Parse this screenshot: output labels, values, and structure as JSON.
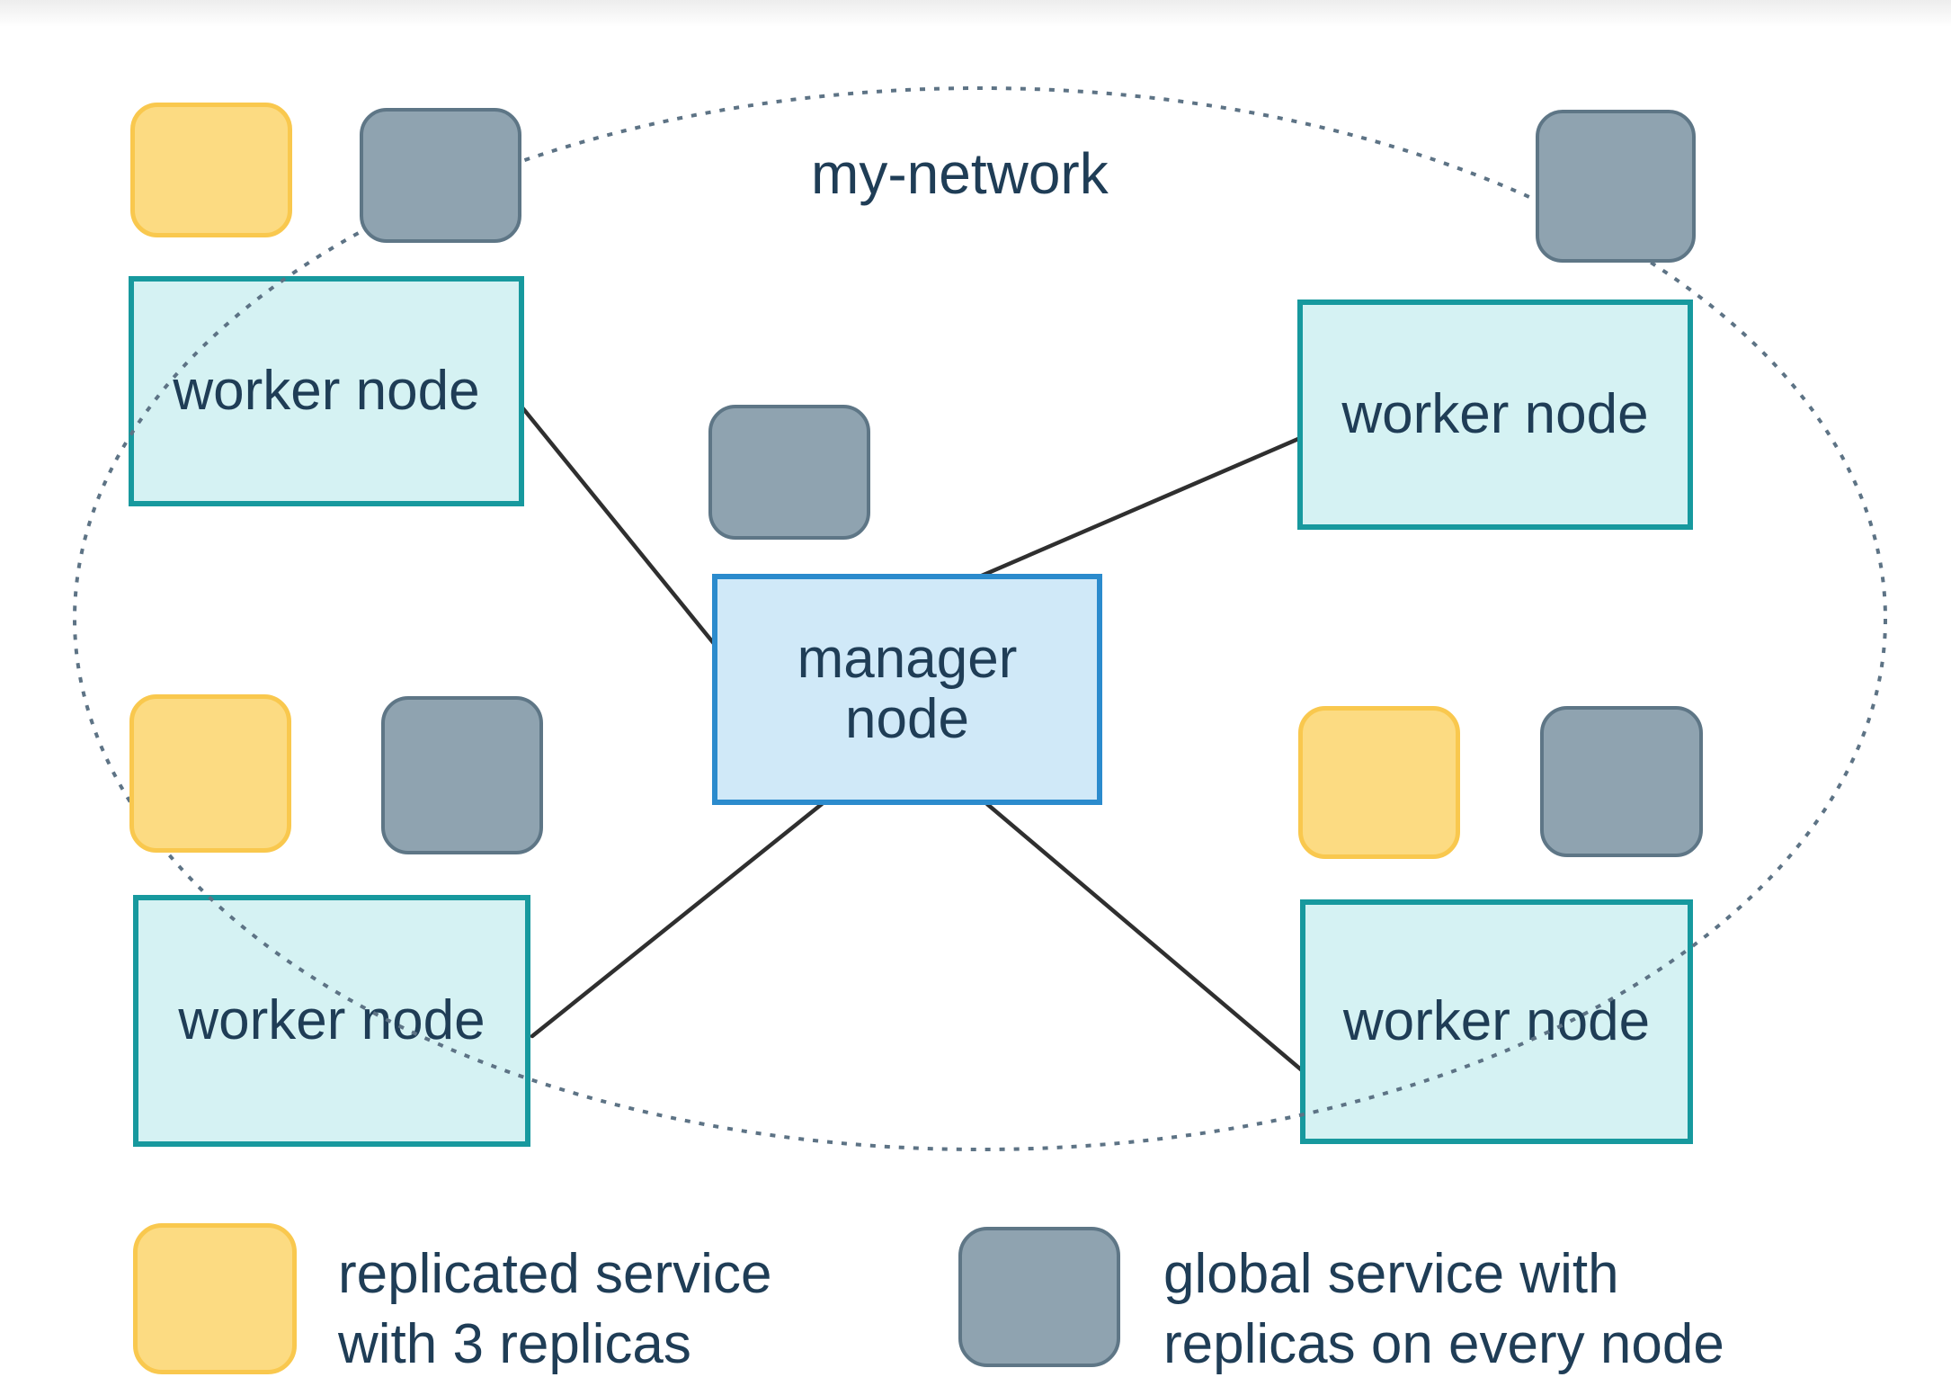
{
  "network": {
    "label": "my-network"
  },
  "manager": {
    "lines": [
      "manager",
      "node"
    ]
  },
  "workers": [
    {
      "label": "worker node"
    },
    {
      "label": "worker node"
    },
    {
      "label": "worker node"
    },
    {
      "label": "worker node"
    }
  ],
  "services": {
    "replicated_square_count": 3,
    "global_square_count": 5
  },
  "legend": {
    "replicated_service": {
      "lines": [
        "replicated service",
        "with 3 replicas"
      ]
    },
    "global_service": {
      "lines": [
        "global service with",
        "replicas on every node"
      ]
    }
  },
  "colors": {
    "worker_fill": "#d5f2f3",
    "worker_border": "#17999e",
    "manager_fill": "#d0e9f8",
    "manager_border": "#2b8bcd",
    "replicated_fill": "#fcdb82",
    "replicated_border": "#f9c84e",
    "global_fill": "#8fa3b0",
    "global_border": "#5e7686",
    "text": "#1f3d56",
    "network_dash": "#5d7385",
    "link_line": "#2f2f2f"
  }
}
